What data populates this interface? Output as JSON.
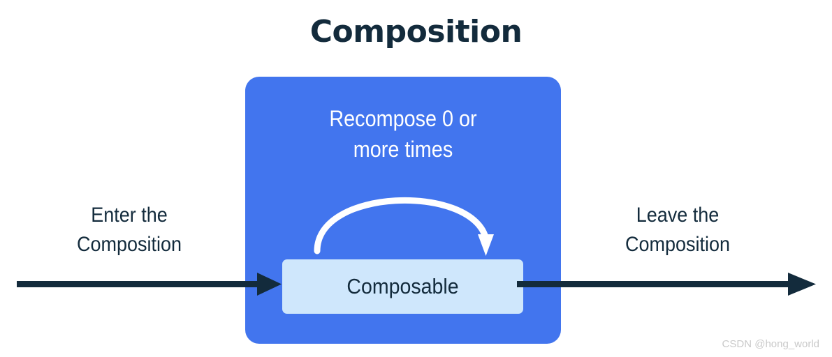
{
  "title": "Composition",
  "diagram": {
    "composition_box": {
      "name": "Composition",
      "color": "#4275EE",
      "recompose_label_line1": "Recompose 0 or",
      "recompose_label_line2": "more times",
      "recompose_label_color": "#FFFFFF",
      "recompose_arc_icon": "curved-loop-arrow-icon",
      "composable": {
        "label": "Composable",
        "fill": "#CFE7FC",
        "text_color": "#132B3C"
      }
    },
    "enter": {
      "caption_line1": "Enter the",
      "caption_line2": "Composition",
      "arrow_icon": "right-arrow-icon",
      "color": "#132B3C"
    },
    "leave": {
      "caption_line1": "Leave the",
      "caption_line2": "Composition",
      "arrow_icon": "right-arrow-icon",
      "color": "#132B3C"
    }
  },
  "watermark": "CSDN @hong_world"
}
